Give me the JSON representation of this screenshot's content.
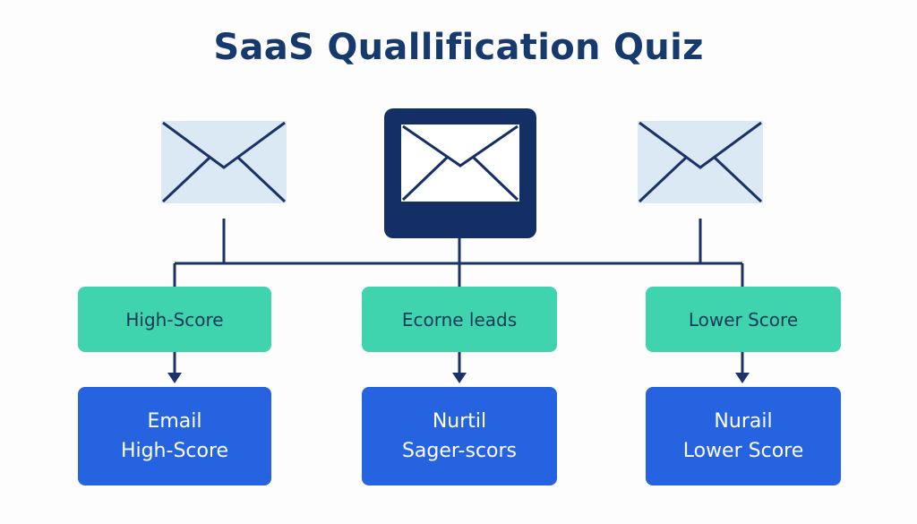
{
  "title": "SaaS Quallification Quiz",
  "icons": [
    "envelope-icon",
    "envelope-icon",
    "envelope-icon"
  ],
  "colors": {
    "title": "#163a6e",
    "envelope_light_fill": "#dbe9f4",
    "envelope_dark_fill": "#142f66",
    "connector": "#1a3366",
    "segment_box": "#3fd3ae",
    "action_box": "#2563e0"
  },
  "segments": [
    {
      "label": "High-Score"
    },
    {
      "label": "Ecorne leads"
    },
    {
      "label": "Lower Score"
    }
  ],
  "actions": [
    {
      "line1": "Email",
      "line2": "High-Score"
    },
    {
      "line1": "Nurtil",
      "line2": "Sager-scors"
    },
    {
      "line1": "Nurail",
      "line2": "Lower Score"
    }
  ]
}
